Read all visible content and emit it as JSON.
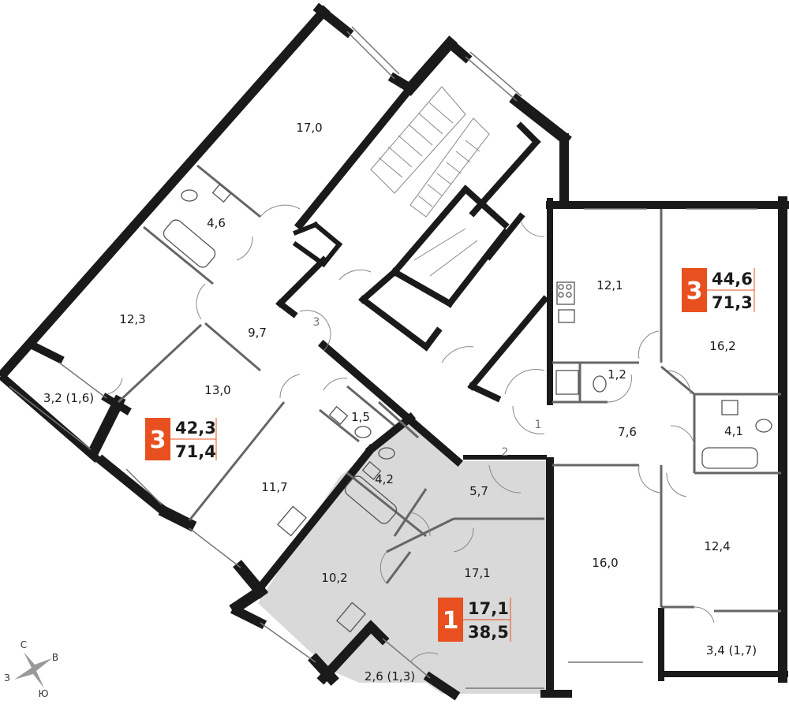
{
  "colors": {
    "wall": "#1a1a1a",
    "accent": "#e8501f",
    "highlight_fill": "#d9d9d9",
    "partition": "#666666"
  },
  "rooms": [
    {
      "id": "r1",
      "label": "17,0"
    },
    {
      "id": "r2",
      "label": "4,6"
    },
    {
      "id": "r3",
      "label": "12,3"
    },
    {
      "id": "r4",
      "label": "9,7"
    },
    {
      "id": "r5",
      "label": "13,0"
    },
    {
      "id": "r6",
      "label": "3,2 (1,6)"
    },
    {
      "id": "r7",
      "label": "1,5"
    },
    {
      "id": "r8",
      "label": "11,7"
    },
    {
      "id": "r9",
      "label": "4,2"
    },
    {
      "id": "r10",
      "label": "5,7"
    },
    {
      "id": "r11",
      "label": "17,1"
    },
    {
      "id": "r12",
      "label": "10,2"
    },
    {
      "id": "r13",
      "label": "2,6 (1,3)"
    },
    {
      "id": "r14",
      "label": "12,1"
    },
    {
      "id": "r15",
      "label": "16,2"
    },
    {
      "id": "r16",
      "label": "1,2"
    },
    {
      "id": "r17",
      "label": "7,6"
    },
    {
      "id": "r18",
      "label": "4,1"
    },
    {
      "id": "r19",
      "label": "16,0"
    },
    {
      "id": "r20",
      "label": "12,4"
    },
    {
      "id": "r21",
      "label": "3,4 (1,7)"
    }
  ],
  "stairs": [
    "3",
    "1",
    "2"
  ],
  "apartments": [
    {
      "rooms": "3",
      "living": "42,3",
      "total": "71,4"
    },
    {
      "rooms": "3",
      "living": "44,6",
      "total": "71,3"
    },
    {
      "rooms": "1",
      "living": "17,1",
      "total": "38,5"
    }
  ],
  "compass": {
    "north": "С",
    "east": "В",
    "south": "Ю",
    "west": "З"
  }
}
